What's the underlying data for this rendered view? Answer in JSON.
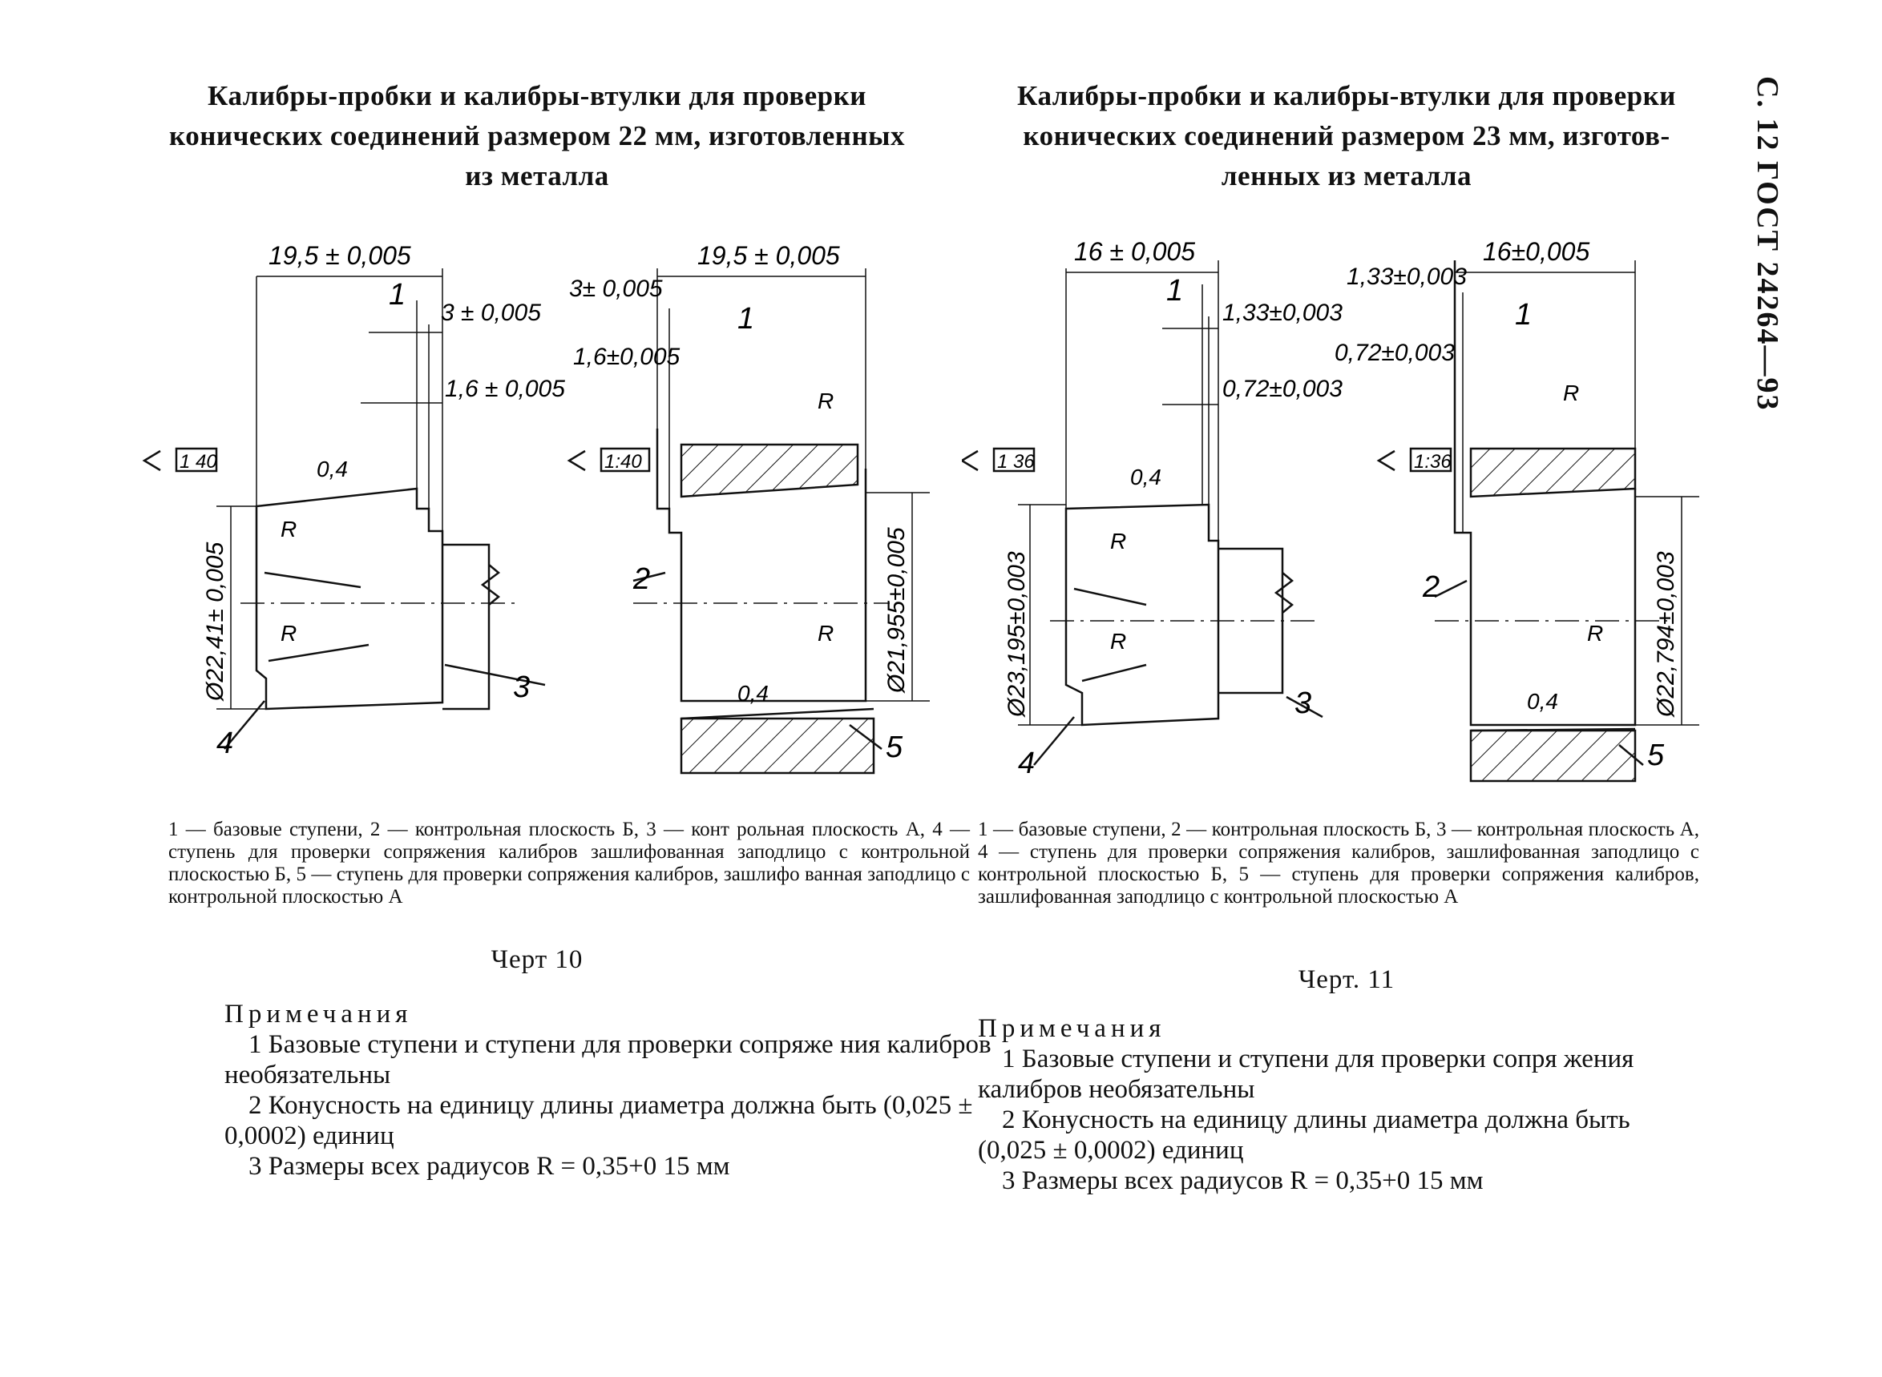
{
  "side_header": "С. 12 ГОСТ 24264—93",
  "left": {
    "title_lines": [
      "Калибры-пробки и калибры-втулки для проверки",
      "конических соединений размером 22 мм, изготовленных",
      "из металла"
    ],
    "taper_plug": "1 40",
    "taper_ring": "1:40",
    "dims": {
      "plug_len": "19,5 ± 0,005",
      "plug_step1": "3 ± 0,005",
      "plug_step2": "1,6 ± 0,005",
      "ring_len": "19,5 ± 0,005",
      "ring_step1": "3± 0,005",
      "ring_step2": "1,6±0,005",
      "plug_dia": "Ø22,41± 0,005",
      "ring_dia": "Ø21,955±0,005",
      "rough": "0,4",
      "radius": "R"
    },
    "labels": [
      "1",
      "2",
      "3",
      "4",
      "5"
    ],
    "caption": "1 — базовые ступени, 2 — контрольная плоскость Б, 3 — конт рольная плоскость А, 4 — ступень для проверки сопряжения калибров зашлифованная заподлицо с контрольной плоскостью Б, 5 — ступень для проверки сопряжения калибров, зашлифо ванная заподлицо с контрольной плоскостью А",
    "chert": "Черт 10",
    "notes_header": "Примечания",
    "notes": [
      "1 Базовые ступени и ступени для проверки сопряже ния калибров необязательны",
      "2 Конусность на единицу длины диаметра должна быть (0,025 ± 0,0002) единиц",
      "3 Размеры всех радиусов R = 0,35+0 15 мм"
    ]
  },
  "right": {
    "title_lines": [
      "Калибры-пробки и калибры-втулки для проверки",
      "конических соединений размером 23 мм, изготов-",
      "ленных из металла"
    ],
    "taper_plug": "1 36",
    "taper_ring": "1:36",
    "dims": {
      "plug_len": "16 ± 0,005",
      "plug_step1": "1,33±0,003",
      "plug_step2": "0,72±0,003",
      "ring_len": "16±0,005",
      "ring_step1": "1,33±0,003",
      "ring_step2": "0,72±0,003",
      "plug_dia": "Ø23,195±0,003",
      "ring_dia": "Ø22,794±0,003",
      "rough": "0,4",
      "radius": "R"
    },
    "labels": [
      "1",
      "2",
      "3",
      "4",
      "5"
    ],
    "caption": "1 — базовые ступени, 2 — контрольная плоскость Б, 3 — контрольная плоскость А, 4 — ступень для проверки сопряжения калибров, зашлифованная заподлицо с контрольной плоскостью Б, 5 — ступень для проверки сопряжения калибров, зашлифованная заподлицо с контрольной плоскостью А",
    "chert": "Черт. 11",
    "notes_header": "Примечания",
    "notes": [
      "1 Базовые ступени и ступени для проверки сопря жения калибров необязательны",
      "2 Конусность на единицу длины диаметра должна быть (0,025 ± 0,0002) единиц",
      "3 Размеры всех радиусов R = 0,35+0 15 мм"
    ]
  }
}
